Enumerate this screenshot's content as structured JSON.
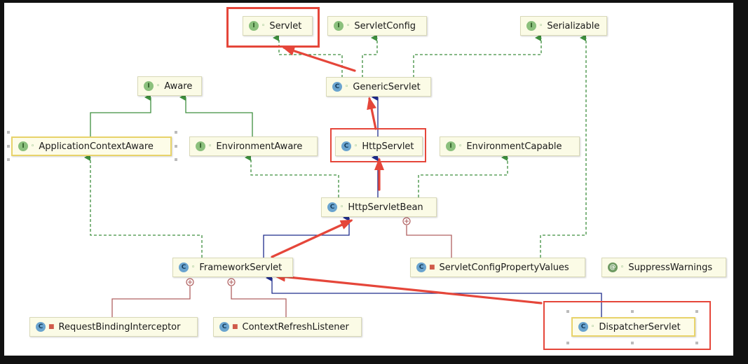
{
  "diagram": {
    "nodes": {
      "servlet": {
        "label": "Servlet",
        "kind": "interface",
        "icon": "I"
      },
      "servlet_config": {
        "label": "ServletConfig",
        "kind": "interface",
        "icon": "I"
      },
      "serializable": {
        "label": "Serializable",
        "kind": "interface",
        "icon": "I"
      },
      "aware": {
        "label": "Aware",
        "kind": "interface",
        "icon": "I"
      },
      "generic_servlet": {
        "label": "GenericServlet",
        "kind": "class",
        "icon": "C"
      },
      "application_context_aware": {
        "label": "ApplicationContextAware",
        "kind": "interface",
        "icon": "I"
      },
      "environment_aware": {
        "label": "EnvironmentAware",
        "kind": "interface",
        "icon": "I"
      },
      "http_servlet": {
        "label": "HttpServlet",
        "kind": "class",
        "icon": "C"
      },
      "environment_capable": {
        "label": "EnvironmentCapable",
        "kind": "interface",
        "icon": "I"
      },
      "http_servlet_bean": {
        "label": "HttpServletBean",
        "kind": "class",
        "icon": "C"
      },
      "framework_servlet": {
        "label": "FrameworkServlet",
        "kind": "class",
        "icon": "C"
      },
      "servlet_config_property_values": {
        "label": "ServletConfigPropertyValues",
        "kind": "class",
        "icon": "C"
      },
      "suppress_warnings": {
        "label": "SuppressWarnings",
        "kind": "annotation",
        "icon": "@"
      },
      "request_binding_interceptor": {
        "label": "RequestBindingInterceptor",
        "kind": "class",
        "icon": "C"
      },
      "context_refresh_listener": {
        "label": "ContextRefreshListener",
        "kind": "class",
        "icon": "C"
      },
      "dispatcher_servlet": {
        "label": "DispatcherServlet",
        "kind": "class",
        "icon": "C"
      }
    },
    "colors": {
      "implements_edge": "#3e8f3e",
      "extends_edge": "#1f2c8c",
      "inner_edge": "#b06060",
      "highlight": "#e5463a",
      "node_fill": "#fbfbe6"
    }
  }
}
